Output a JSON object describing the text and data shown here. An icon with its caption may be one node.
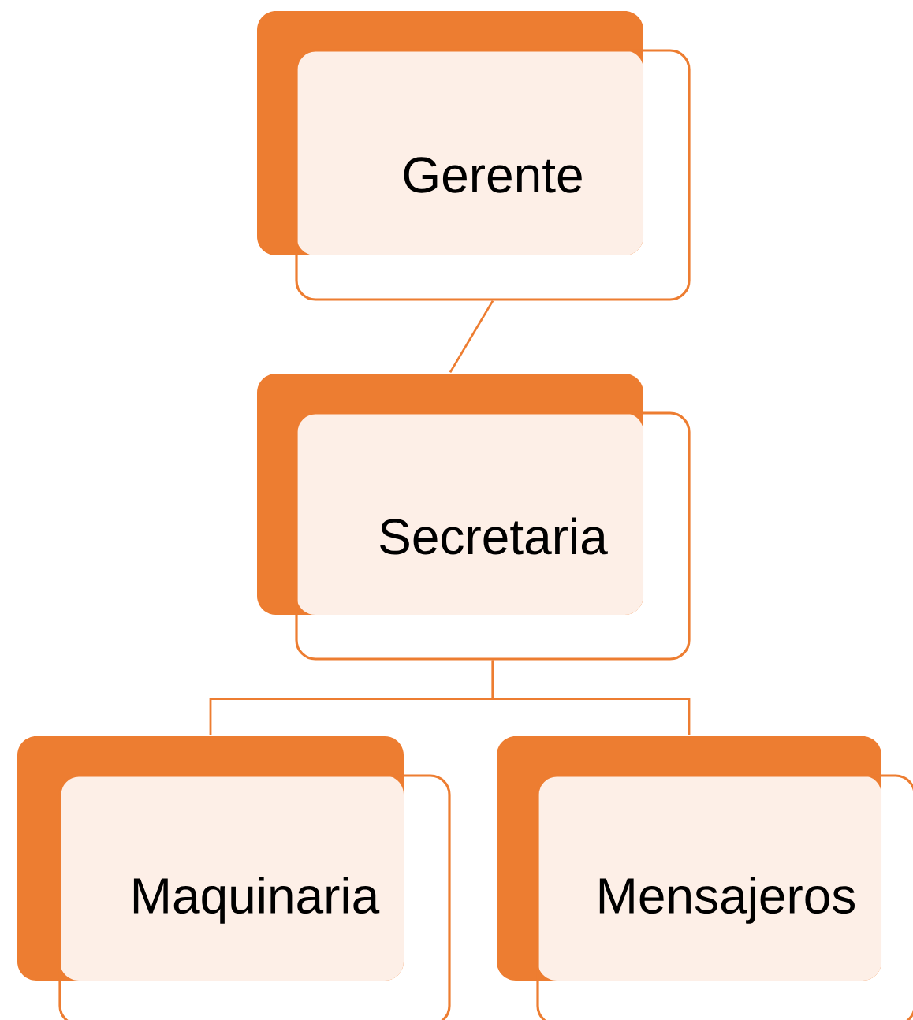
{
  "diagram": {
    "nodes": [
      {
        "text": [
          "Gerente"
        ]
      },
      {
        "text": [
          "Secretaria"
        ]
      },
      {
        "text": [
          "Maquinaria"
        ]
      },
      {
        "text": [
          "Mensajeros"
        ]
      }
    ],
    "edges": [
      {
        "from": 0,
        "to": 1,
        "arrow": "none"
      },
      {
        "from": 1,
        "to": 2,
        "arrow": "none"
      },
      {
        "from": 1,
        "to": 3,
        "arrow": "none"
      }
    ]
  }
}
